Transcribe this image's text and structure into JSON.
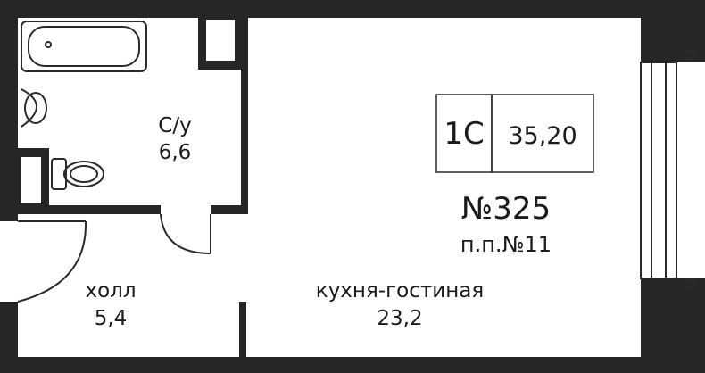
{
  "rooms": [
    {
      "name": "С/у",
      "area": "6,6"
    },
    {
      "name": "холл",
      "area": "5,4"
    },
    {
      "name": "кухня-гостиная",
      "area": "23,2"
    }
  ],
  "badge": {
    "rooms_type": "1С",
    "total_area": "35,20"
  },
  "apartment": {
    "number": "№325",
    "build_number": "п.п.№11"
  },
  "colors": {
    "wall": "#262626",
    "line": "#2b2b2b",
    "text": "#1b1b1b",
    "background": "#ffffff"
  }
}
